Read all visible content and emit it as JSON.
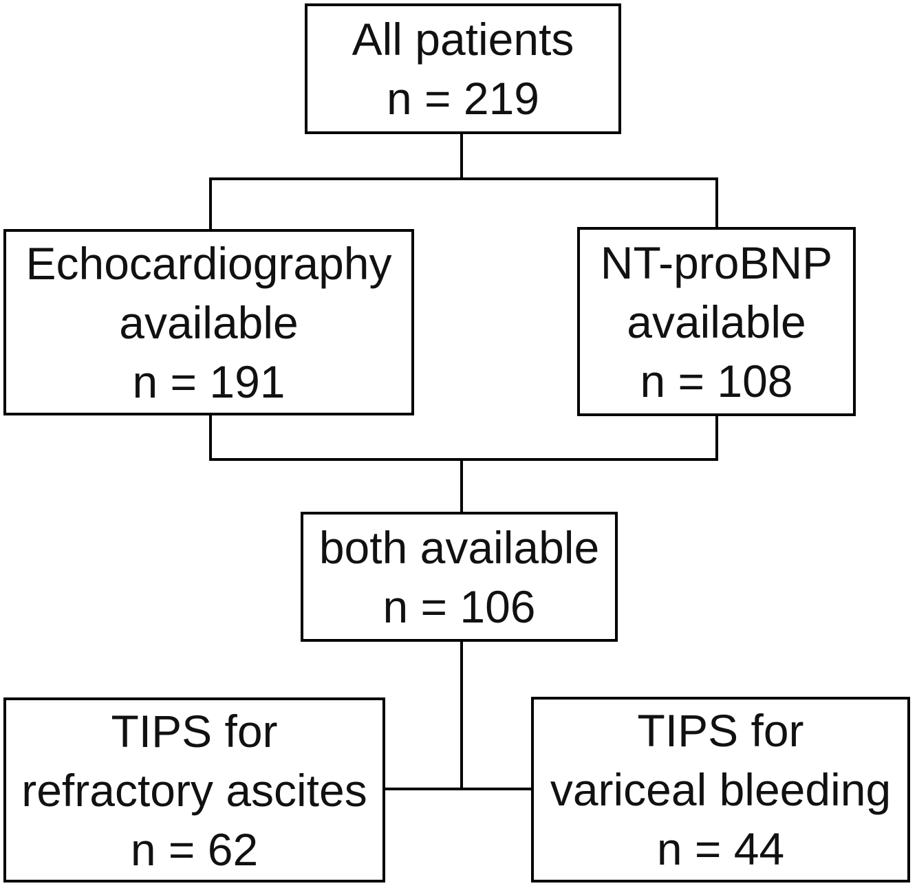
{
  "diagram": {
    "type": "patient-flow-chart",
    "nodes": {
      "all_patients": {
        "lines": [
          "All patients",
          "n = 219"
        ]
      },
      "echo": {
        "lines": [
          "Echocardiography",
          "available",
          "n = 191"
        ]
      },
      "ntprobnp": {
        "lines": [
          "NT-proBNP",
          "available",
          "n = 108"
        ]
      },
      "both": {
        "lines": [
          "both available",
          "n = 106"
        ]
      },
      "tips_ascites": {
        "lines": [
          "TIPS for",
          "refractory ascites",
          "n = 62"
        ]
      },
      "tips_bleeding": {
        "lines": [
          "TIPS for",
          "variceal bleeding",
          "n = 44"
        ]
      }
    },
    "edges": [
      {
        "from": "all_patients",
        "to": "echo"
      },
      {
        "from": "all_patients",
        "to": "ntprobnp"
      },
      {
        "from": "echo",
        "to": "both"
      },
      {
        "from": "ntprobnp",
        "to": "both"
      },
      {
        "from": "both",
        "to": "tips_ascites"
      },
      {
        "from": "both",
        "to": "tips_bleeding"
      }
    ],
    "colors": {
      "background": "#ffffff",
      "line": "#000000",
      "text": "#111111"
    }
  }
}
